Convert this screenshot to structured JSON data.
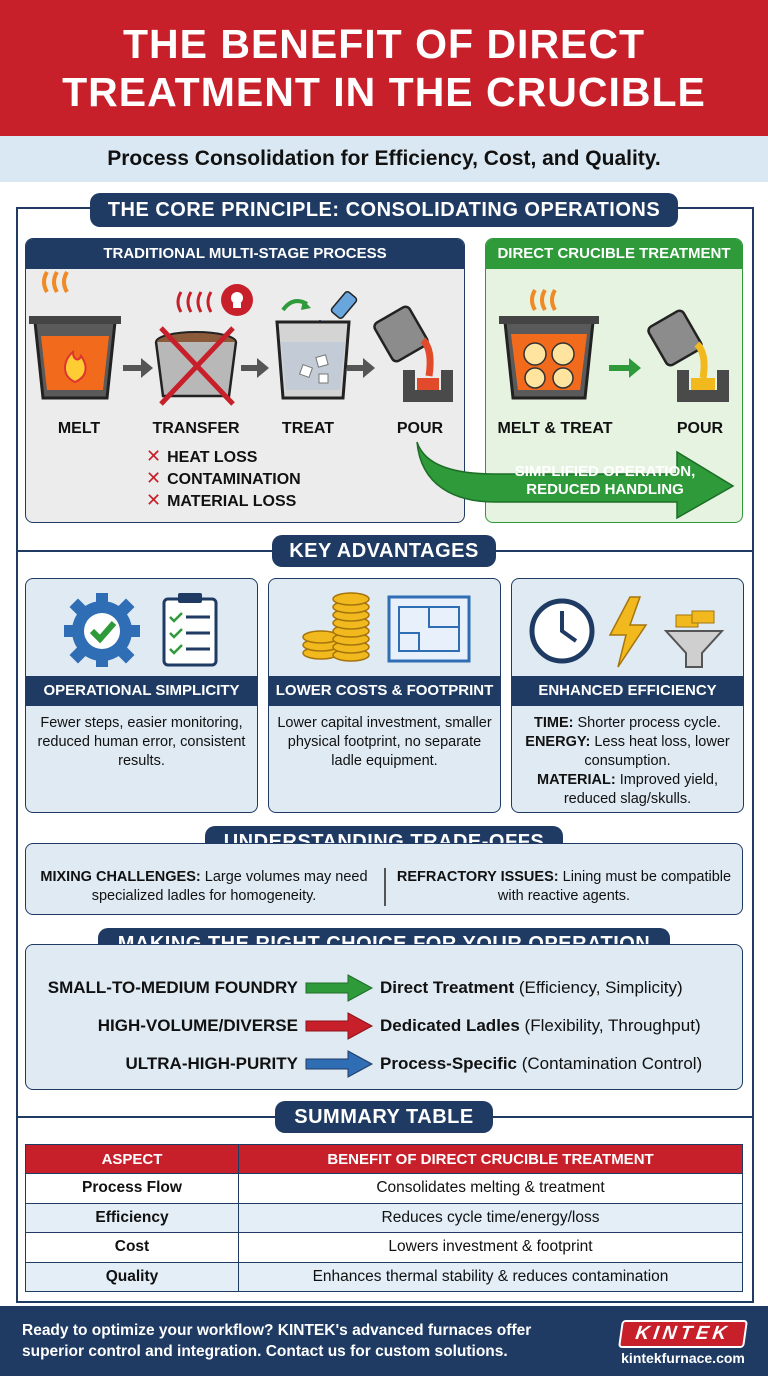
{
  "header": {
    "title_line1": "THE BENEFIT OF DIRECT",
    "title_line2": "TREATMENT IN THE CRUCIBLE",
    "subtitle": "Process Consolidation for Efficiency, Cost, and Quality."
  },
  "core": {
    "heading": "THE CORE PRINCIPLE: CONSOLIDATING OPERATIONS",
    "traditional": {
      "title": "TRADITIONAL MULTI-STAGE PROCESS",
      "steps": [
        "MELT",
        "TRANSFER",
        "TREAT",
        "POUR"
      ],
      "issues": [
        "HEAT LOSS",
        "CONTAMINATION",
        "MATERIAL LOSS"
      ]
    },
    "direct": {
      "title": "DIRECT CRUCIBLE TREATMENT",
      "steps": [
        "MELT & TREAT",
        "POUR"
      ],
      "arrow_line1": "SIMPLIFIED OPERATION,",
      "arrow_line2": "REDUCED HANDLING"
    }
  },
  "advantages": {
    "heading": "KEY ADVANTAGES",
    "cards": [
      {
        "title": "OPERATIONAL SIMPLICITY",
        "text": "Fewer steps, easier monitoring, reduced human error, consistent results."
      },
      {
        "title": "LOWER COSTS & FOOTPRINT",
        "text": "Lower capital investment, smaller physical footprint, no separate ladle equipment."
      },
      {
        "title": "ENHANCED EFFICIENCY",
        "items": [
          {
            "k": "TIME:",
            "v": "Shorter process cycle."
          },
          {
            "k": "ENERGY:",
            "v": "Less heat loss, lower consumption."
          },
          {
            "k": "MATERIAL:",
            "v": "Improved yield, reduced slag/skulls."
          }
        ]
      }
    ]
  },
  "tradeoffs": {
    "heading": "UNDERSTANDING TRADE-OFFS",
    "items": [
      {
        "k": "MIXING CHALLENGES:",
        "v": "Large volumes may need specialized ladles for homogeneity."
      },
      {
        "k": "REFRACTORY ISSUES:",
        "v": "Lining must be compatible with reactive agents."
      }
    ]
  },
  "choice": {
    "heading": "MAKING THE RIGHT CHOICE FOR YOUR OPERATION",
    "rows": [
      {
        "left": "SMALL-TO-MEDIUM FOUNDRY",
        "bold": "Direct Treatment",
        "rest": " (Efficiency, Simplicity)",
        "color": "#2e9a3a"
      },
      {
        "left": "HIGH-VOLUME/DIVERSE",
        "bold": "Dedicated Ladles",
        "rest": " (Flexibility, Throughput)",
        "color": "#c8202a"
      },
      {
        "left": "ULTRA-HIGH-PURITY",
        "bold": "Process-Specific",
        "rest": " (Contamination Control)",
        "color": "#2f6db5"
      }
    ]
  },
  "summary": {
    "heading": "SUMMARY TABLE",
    "columns": [
      "ASPECT",
      "BENEFIT OF DIRECT CRUCIBLE TREATMENT"
    ],
    "rows": [
      [
        "Process Flow",
        "Consolidates melting & treatment"
      ],
      [
        "Efficiency",
        "Reduces cycle time/energy/loss"
      ],
      [
        "Cost",
        "Lowers investment & footprint"
      ],
      [
        "Quality",
        "Enhances thermal stability & reduces contamination"
      ]
    ]
  },
  "footer": {
    "text": "Ready to optimize your workflow? KINTEK's advanced furnaces offer superior control and integration. Contact us for custom solutions.",
    "logo": "KINTEK",
    "url": "kintekfurnace.com"
  },
  "colors": {
    "red": "#c8202a",
    "navy": "#1f3b63",
    "green": "#2e9a3a",
    "lightblue": "#d9e8f2"
  }
}
